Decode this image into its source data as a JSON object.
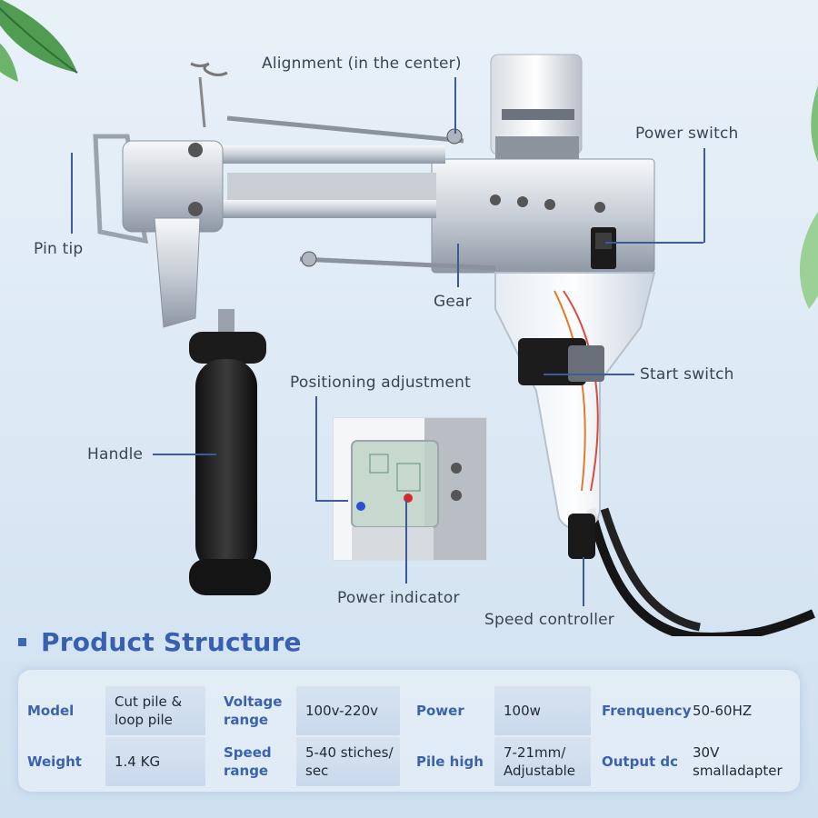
{
  "callouts": {
    "alignment": "Alignment (in the center)",
    "power_switch": "Power switch",
    "pin_tip": "Pin tip",
    "gear": "Gear",
    "start_switch": "Start switch",
    "positioning_adjustment": "Positioning adjustment",
    "handle": "Handle",
    "power_indicator": "Power indicator",
    "speed_controller": "Speed controller"
  },
  "section_title": "Product Structure",
  "specs": {
    "model_label": "Model",
    "model_value": "Cut pile & loop pile",
    "voltage_label": "Voltage range",
    "voltage_value": "100v-220v",
    "power_label": "Power",
    "power_value": "100w",
    "frequency_label": "Frenquency",
    "frequency_value": "50-60HZ",
    "weight_label": "Weight",
    "weight_value": "1.4 KG",
    "speed_label": "Speed range",
    "speed_value": "5-40 stiches/ sec",
    "pile_label": "Pile high",
    "pile_value": "7-21mm/ Adjustable",
    "output_label": "Output dc",
    "output_value": "30V smalladapter"
  },
  "colors": {
    "accent": "#3760b0",
    "leader_line": "#3d5a99",
    "cell_fill": "#d0dfef"
  }
}
